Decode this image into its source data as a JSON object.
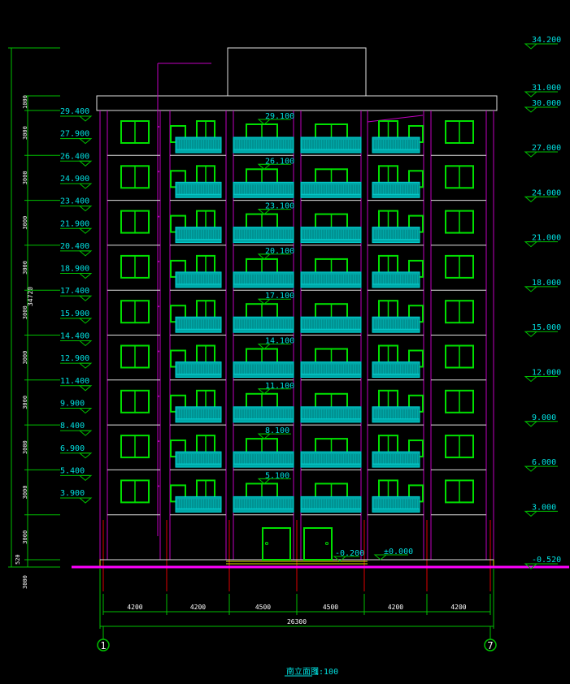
{
  "colors": {
    "background": "#000000",
    "wall": "#c000c0",
    "window": "#00e000",
    "balcony": "#00d0d0",
    "text": "#00e0e0",
    "dim_text": "#ffffff",
    "slab": "#e0e0e0",
    "axis": "#e00000",
    "ground": "#ff00ff",
    "plinth": "#e0e000",
    "dim_line": "#00c000"
  },
  "left_levels": [
    "29.400",
    "27.900",
    "26.400",
    "24.900",
    "23.400",
    "21.900",
    "20.400",
    "18.900",
    "17.400",
    "15.900",
    "14.400",
    "12.900",
    "11.400",
    "9.900",
    "8.400",
    "6.900",
    "5.400",
    "3.900"
  ],
  "right_levels": [
    "34.200",
    "31.000",
    "30.000",
    "27.000",
    "24.000",
    "21.000",
    "18.000",
    "15.000",
    "12.000",
    "9.000",
    "6.000",
    "3.000",
    "-0.520"
  ],
  "floor_levels": [
    "29.100",
    "26.100",
    "23.100",
    "20.100",
    "17.100",
    "14.100",
    "11.100",
    "8.100",
    "5.100"
  ],
  "ground_levels": {
    "entrance": "-0.200",
    "zero": "±0.000"
  },
  "vertical_dims": {
    "total": "34720",
    "parapet": "1000",
    "floor": "3000",
    "plinth": "520"
  },
  "horizontal_dims": {
    "bays": [
      "4200",
      "4200",
      "4500",
      "4500",
      "4200",
      "4200"
    ],
    "total": "26300"
  },
  "axes": [
    "1",
    "7"
  ],
  "title": {
    "name": "南立面图",
    "scale": "1:100"
  }
}
